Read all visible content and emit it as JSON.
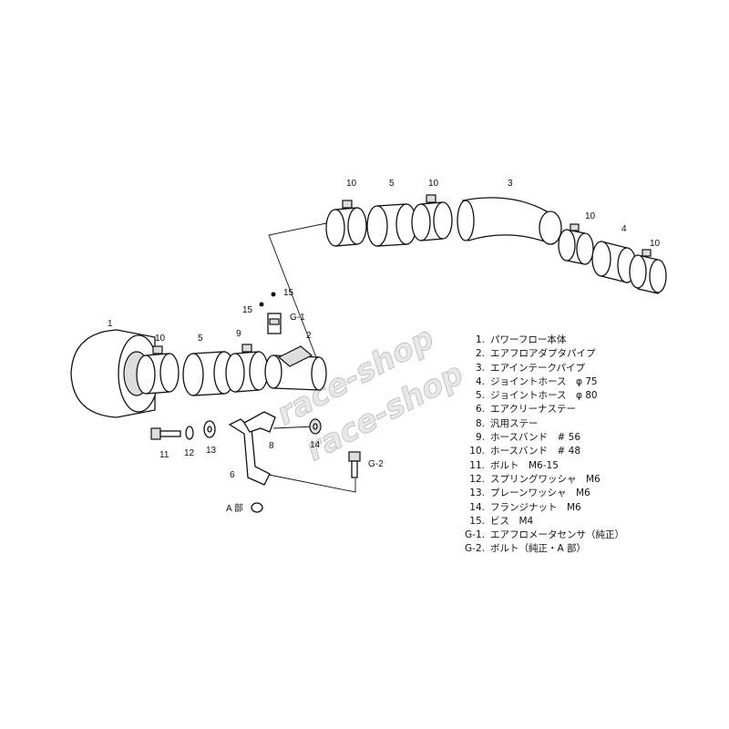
{
  "watermark": "race-shop",
  "callouts": {
    "top_clamp_a": "10",
    "top_hose_5": "5",
    "top_clamp_b": "10",
    "pipe_3": "3",
    "top_clamp_c": "10",
    "hose_4": "4",
    "top_clamp_d": "10",
    "body_1": "1",
    "clamp_10": "10",
    "hose_5": "5",
    "band_9": "9",
    "adapter_2": "2",
    "screw_15a": "15",
    "screw_15b": "15",
    "sensor_g1": "G-1",
    "bolt_11": "11",
    "washer_12": "12",
    "washer_13": "13",
    "stay_6": "6",
    "stay_8": "8",
    "nut_14": "14",
    "bolt_g2": "G-2",
    "a_part": "A 部"
  },
  "parts_list": [
    {
      "num": "1.",
      "name": "パワーフロー本体"
    },
    {
      "num": "2.",
      "name": "エアフロアダプタパイプ"
    },
    {
      "num": "3.",
      "name": "エアインテークパイプ"
    },
    {
      "num": "4.",
      "name": "ジョイントホース　φ 75"
    },
    {
      "num": "5.",
      "name": "ジョイントホース　φ 80"
    },
    {
      "num": "6.",
      "name": "エアクリーナステー"
    },
    {
      "num": "8.",
      "name": "汎用ステー"
    },
    {
      "num": "9.",
      "name": "ホースバンド　# 56"
    },
    {
      "num": "10.",
      "name": "ホースバンド　# 48"
    },
    {
      "num": "11.",
      "name": "ボルト　M6-15"
    },
    {
      "num": "12.",
      "name": "スプリングワッシャ　M6"
    },
    {
      "num": "13.",
      "name": "プレーンワッシャ　M6"
    },
    {
      "num": "14.",
      "name": "フランジナット　M6"
    },
    {
      "num": "15.",
      "name": "ビス　M4"
    },
    {
      "num": "G-1.",
      "name": "エアフロメータセンサ（純正）"
    },
    {
      "num": "G-2.",
      "name": "ボルト（純正・A 部）"
    }
  ]
}
